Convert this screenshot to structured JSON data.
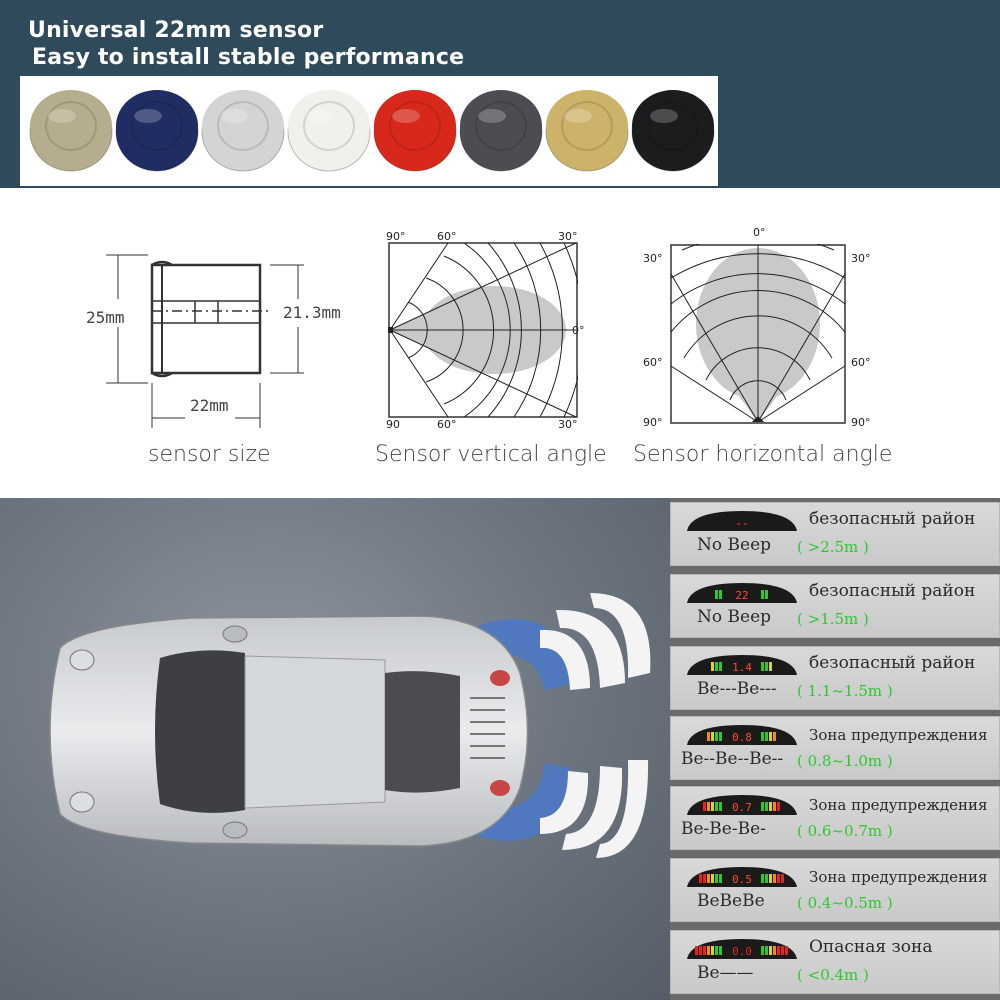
{
  "header": {
    "title": "Universal 22mm sensor",
    "subtitle": " Easy to install stable performance"
  },
  "swatches": {
    "colors": [
      "#b6ad8e",
      "#1f2d63",
      "#d4d4d4",
      "#f2f0ea",
      "#d8281c",
      "#4b4d53",
      "#cdb26a",
      "#1c1c1e"
    ],
    "icon": "circular-sensor-icon"
  },
  "diagrams": {
    "size": {
      "caption": "sensor size",
      "height_label": "25mm",
      "inner_label": "21.3mm",
      "width_label": "22mm"
    },
    "vertical": {
      "caption": "Sensor vertical angle",
      "angle_labels": [
        "90°",
        "60°",
        "30°",
        "0°",
        "90",
        "60°",
        "30°"
      ]
    },
    "horizontal": {
      "caption": "Sensor horizontal angle",
      "angle_labels": [
        "0°",
        "30°",
        "30°",
        "60°",
        "60°",
        "90°",
        "90°"
      ]
    }
  },
  "scene": {
    "car_icon": "car-top-view-icon",
    "wave_color": "#4f78bf"
  },
  "legend": {
    "rows": [
      {
        "display": "--",
        "zone": "безопасный район",
        "beep": "No Beep",
        "range": "( >2.5m )"
      },
      {
        "display": "22",
        "zone": "безопасный район",
        "beep": "No Beep",
        "range": "( >1.5m )"
      },
      {
        "display": "1.4",
        "zone": "безопасный район",
        "beep": "Be---Be---",
        "range": "( 1.1~1.5m )"
      },
      {
        "display": "0.8",
        "zone": "Зона предупреждения",
        "beep": "Be--Be--Be--",
        "range": "( 0.8~1.0m )"
      },
      {
        "display": "0.7",
        "zone": "Зона предупреждения",
        "beep": "Be-Be-Be-",
        "range": "( 0.6~0.7m )"
      },
      {
        "display": "0.5",
        "zone": "Зона предупреждения",
        "beep": "BeBeBe",
        "range": "( 0.4~0.5m )"
      },
      {
        "display": "0.0",
        "zone": "Опасная зона",
        "beep": "Be——",
        "range": "( <0.4m )"
      }
    ],
    "colors": {
      "green": "#2dc82d",
      "yellow": "#e6d21c",
      "orange": "#f08a1c",
      "red": "#e52420"
    }
  }
}
